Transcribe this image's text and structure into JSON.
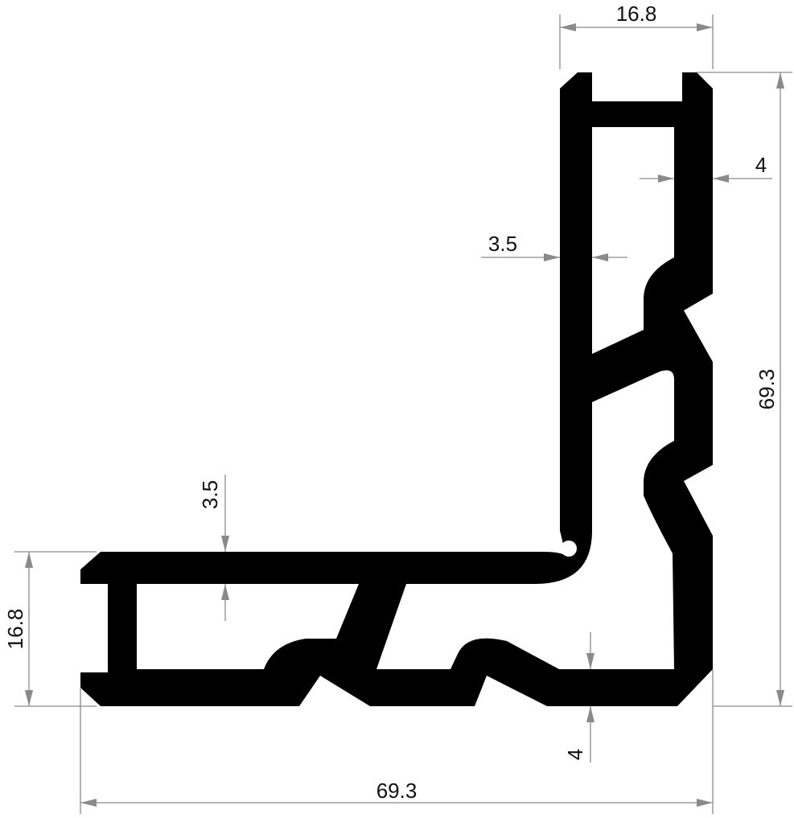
{
  "drawing": {
    "colors": {
      "profile": "#000000",
      "dimension": "#8a8a8a",
      "text": "#111111",
      "background": "#ffffff"
    }
  },
  "dimensions": {
    "top_width": "16.8",
    "right_wall": "4",
    "inner_wall_vertical_leg": "3.5",
    "overall_height": "69.3",
    "inner_wall_horizontal_leg": "3.5",
    "left_height": "16.8",
    "bottom_wall": "4",
    "overall_width": "69.3"
  }
}
